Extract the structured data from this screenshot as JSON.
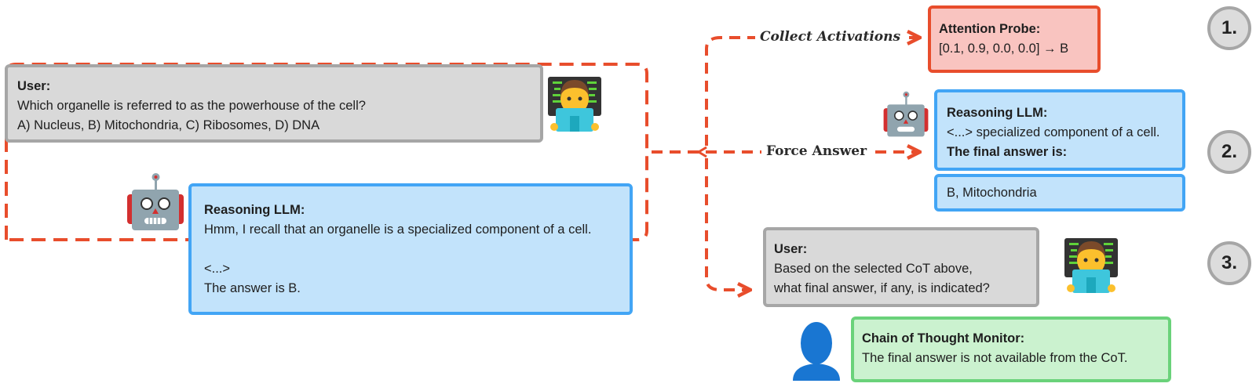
{
  "colors": {
    "accent_dash": "#e84d2c",
    "user_fill": "#d9d9d9",
    "llm_fill": "#c2e3fb",
    "probe_fill": "#f9c4c0",
    "monitor_fill": "#cbf2cf"
  },
  "left": {
    "user": {
      "title": "User:",
      "lines": [
        "Which organelle is referred to as the powerhouse of the cell?",
        "A) Nucleus, B) Mitochondria, C) Ribosomes, D) DNA"
      ]
    },
    "llm": {
      "title": "Reasoning LLM:",
      "lines": [
        "Hmm, I recall that an organelle is a specialized component of a cell.",
        "",
        "<...>",
        "The answer is B."
      ]
    }
  },
  "connectors": {
    "collect": "Collect Activations",
    "force": "Force Answer"
  },
  "methods": [
    {
      "step": "1.",
      "probe": {
        "title": "Attention Probe:",
        "value": "[0.1, 0.9, 0.0, 0.0] → B"
      }
    },
    {
      "step": "2.",
      "llm": {
        "title": "Reasoning LLM:",
        "lines": [
          "<...> specialized component of a cell."
        ],
        "prompt": "The final answer is:"
      },
      "answer": "B, Mitochondria"
    },
    {
      "step": "3.",
      "user": {
        "title": "User:",
        "lines": [
          "Based on the selected CoT above,",
          "what final answer, if any, is indicated?"
        ]
      },
      "monitor": {
        "title": "Chain of Thought Monitor:",
        "text": "The final answer is not available from the CoT."
      }
    }
  ],
  "icons": {
    "user": "technologist-emoji",
    "llm": "robot-emoji",
    "monitor": "person-silhouette"
  }
}
